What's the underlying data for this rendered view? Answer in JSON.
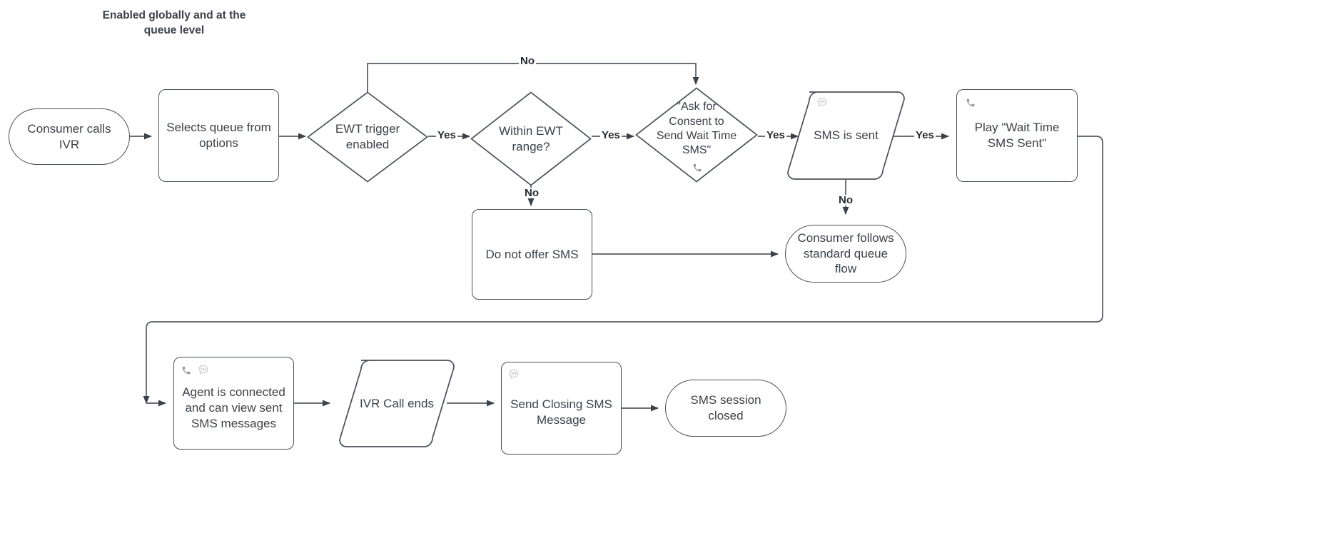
{
  "diagram": {
    "title": "Enabled globally and at the\nqueue level",
    "stroke_color": "#4a4f57",
    "text_color": "#3b424a",
    "label_color": "#262b33",
    "background": "#ffffff"
  },
  "nodes": {
    "consumer_calls_ivr": {
      "label": "Consumer calls\nIVR",
      "shape": "stadium"
    },
    "selects_queue": {
      "label": "Selects queue from\noptions",
      "shape": "rect"
    },
    "ewt_trigger_enabled": {
      "label": "EWT trigger\nenabled",
      "shape": "diamond"
    },
    "within_ewt_range": {
      "label": "Within EWT\nrange?",
      "shape": "diamond"
    },
    "ask_for_consent": {
      "label": "\"Ask for\nConsent to\nSend Wait Time\nSMS\"",
      "shape": "diamond"
    },
    "sms_is_sent": {
      "label": "SMS is sent",
      "shape": "parallelogram"
    },
    "play_wait_time_sms_sent": {
      "label": "Play \"Wait Time\nSMS Sent\"",
      "shape": "rect"
    },
    "do_not_offer_sms": {
      "label": "Do not offer SMS",
      "shape": "rect"
    },
    "consumer_follows_standard_queue_flow": {
      "label": "Consumer follows\nstandard queue flow",
      "shape": "stadium"
    },
    "agent_is_connected": {
      "label": "Agent is connected\nand can view sent\nSMS messages",
      "shape": "rect"
    },
    "ivr_call_ends": {
      "label": "IVR Call ends",
      "shape": "parallelogram"
    },
    "send_closing_sms_message": {
      "label": "Send Closing SMS\nMessage",
      "shape": "rect"
    },
    "sms_session_closed": {
      "label": "SMS session closed",
      "shape": "stadium"
    }
  },
  "edge_labels": {
    "ewt_no": "No",
    "ewt_yes": "Yes",
    "range_yes": "Yes",
    "range_no": "No",
    "consent_yes": "Yes",
    "sms_yes": "Yes",
    "sms_no": "No"
  },
  "icons": {
    "consent_phone": "phone-icon",
    "sms_sent_chat": "chat-bubble-icon",
    "play_wait_phone": "phone-icon",
    "agent_phone": "phone-icon",
    "agent_chat": "chat-bubble-icon",
    "closing_chat": "chat-bubble-icon"
  }
}
